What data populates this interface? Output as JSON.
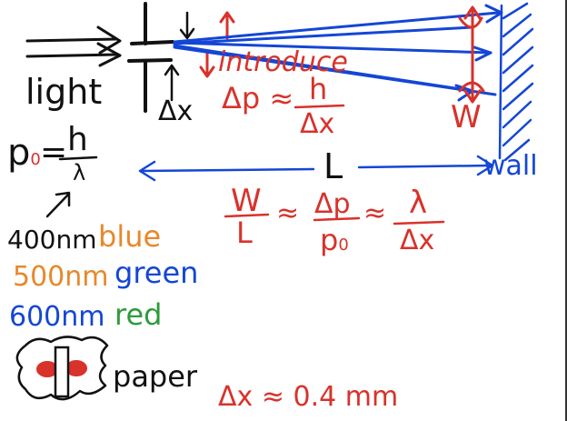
{
  "labels": {
    "light": "light",
    "dx_slit": "Δx",
    "introduce": "introduce",
    "dp_approx": "Δp ≈",
    "h_over_dx_num": "h",
    "h_over_dx_den": "Δx",
    "w": "W",
    "p0": "p",
    "p0_sub": "0",
    "p0_eq": "=",
    "p0_num": "h",
    "p0_den": "λ",
    "L": "L",
    "wall": "wall",
    "ratio_W": "W",
    "ratio_L": "L",
    "approx1": "≈",
    "ratio_dp": "Δp",
    "ratio_p0": "p",
    "ratio_p0_sub": "0",
    "approx2": "≈",
    "ratio_lambda": "λ",
    "ratio_dx": "Δx",
    "nm400": "400nm",
    "blue_word": "blue",
    "nm500": "500nm",
    "green_word": "green",
    "nm600": "600nm",
    "red_word": "red",
    "paper": "paper",
    "dx_value": "Δx ≈ 0.4 mm"
  },
  "colors": {
    "ink": "#111111",
    "red": "#d8322b",
    "orange": "#e8882b",
    "blue": "#1446d6",
    "green": "#2e9a3a",
    "paper_spot": "#d8322b"
  }
}
